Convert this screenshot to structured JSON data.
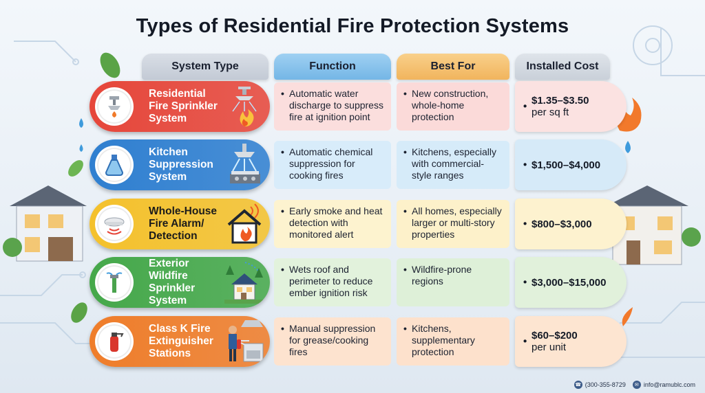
{
  "title": "Types of Residential Fire Protection Systems",
  "headers": {
    "type": "System Type",
    "function": "Function",
    "best_for": "Best For",
    "cost": "Installed Cost"
  },
  "rows": [
    {
      "type_lines": [
        "Residential",
        "Fire Sprinkler",
        "System"
      ],
      "function": "Automatic water discharge to suppress fire at ignition point",
      "best_for": "New construction, whole-home protection",
      "cost_main": "$1.35–$3.50",
      "cost_sub": "per sq ft",
      "icon": "sprinkler-icon",
      "colors": {
        "pill": "#e6463a",
        "func": "#fbdedd",
        "best": "#fbdad9",
        "cost": "#fbe2e1"
      }
    },
    {
      "type_lines": [
        "Kitchen",
        "Suppression",
        "System"
      ],
      "function": "Automatic chemical suppression for cooking fires",
      "best_for": "Kitchens, especially with commercial-style ranges",
      "cost_main": "$1,500–$4,000",
      "cost_sub": "",
      "icon": "extinguisher-flask-icon",
      "colors": {
        "pill": "#2f7fd0",
        "func": "#d8ecfa",
        "best": "#d6ebf9",
        "cost": "#d6eaf8"
      }
    },
    {
      "type_lines": [
        "Whole-House",
        "Fire Alarm/",
        "Detection"
      ],
      "function": "Early smoke and heat detection with monitored alert",
      "best_for": "All homes, especially larger or multi-story properties",
      "cost_main": "$800–$3,000",
      "cost_sub": "",
      "icon": "smoke-detector-icon",
      "colors": {
        "pill": "#f4c12c",
        "func": "#fdf3cf",
        "best": "#fdf1ca",
        "cost": "#fdf2cf"
      }
    },
    {
      "type_lines": [
        "Exterior Wildfire",
        "Sprinkler",
        "System"
      ],
      "function": "Wets roof and perimeter to reduce ember ignition risk",
      "best_for": "Wildfire-prone regions",
      "cost_main": "$3,000–$15,000",
      "cost_sub": "",
      "icon": "rooftop-sprinkler-icon",
      "colors": {
        "pill": "#45a84a",
        "func": "#e2f2dc",
        "best": "#def0d8",
        "cost": "#e1f1db"
      }
    },
    {
      "type_lines": [
        "Class K Fire",
        "Extinguisher",
        "Stations"
      ],
      "function": "Manual suppression for grease/cooking fires",
      "best_for": "Kitchens, supplementary protection",
      "cost_main": "$60–$200",
      "cost_sub": "per unit",
      "icon": "fire-extinguisher-icon",
      "colors": {
        "pill": "#ef7d2a",
        "func": "#fde3cf",
        "best": "#fde1cc",
        "cost": "#fde5d1"
      }
    }
  ],
  "footer": {
    "phone": "(300-355-8729",
    "email": "info@ramublc.com"
  }
}
